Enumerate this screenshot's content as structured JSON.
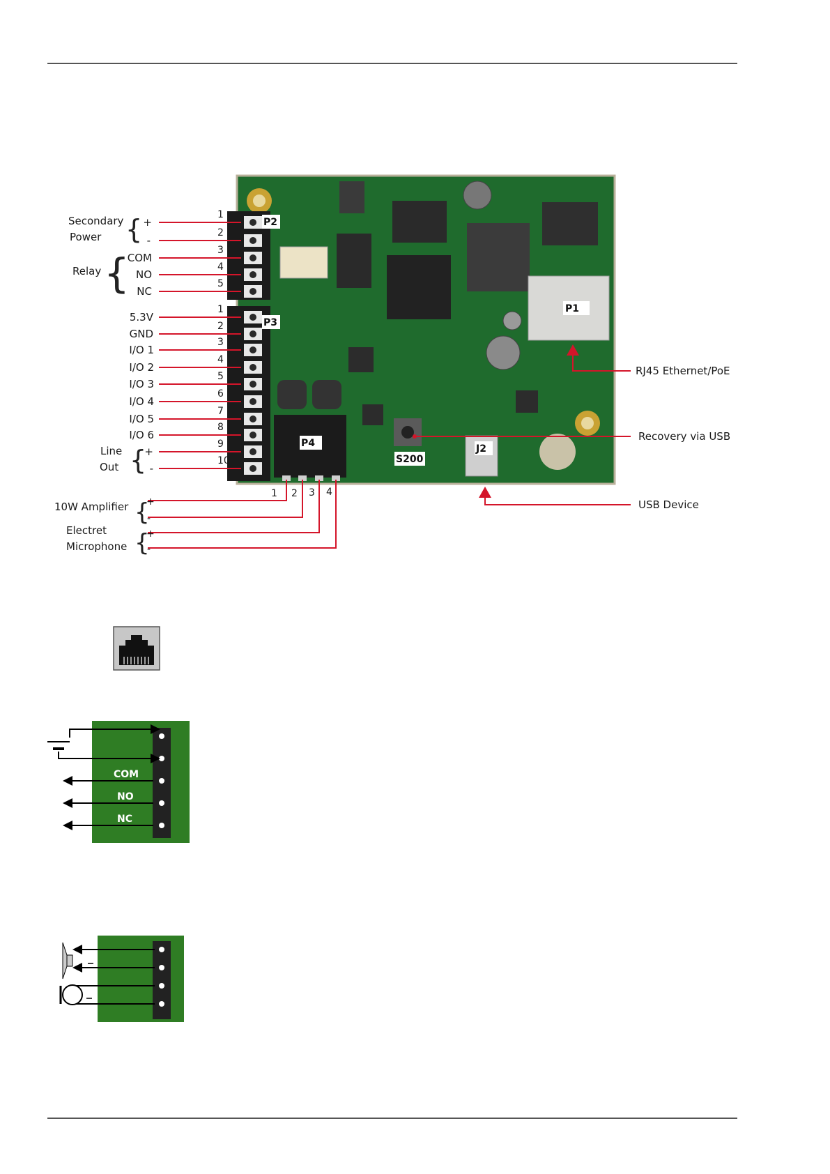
{
  "colors": {
    "wire": "#d4152a",
    "pcb": "#1f6b2d",
    "terminal": "#1b1b1b",
    "diagram_green": "#2f7d24"
  },
  "board": {
    "tags": {
      "p1": "P1",
      "p2": "P2",
      "p3": "P3",
      "p4": "P4",
      "j2": "J2",
      "s200": "S200"
    },
    "p2": {
      "pins": [
        "1",
        "2",
        "3",
        "4",
        "5"
      ],
      "groups": {
        "secondary_power_line1": "Secondary",
        "secondary_power_line2": "Power",
        "relay": "Relay"
      },
      "signals": [
        "+",
        "-",
        "COM",
        "NO",
        "NC"
      ]
    },
    "p3": {
      "pins": [
        "1",
        "2",
        "3",
        "4",
        "5",
        "6",
        "7",
        "8",
        "9",
        "10"
      ],
      "signals": [
        "5.3V",
        "GND",
        "I/O 1",
        "I/O 2",
        "I/O 3",
        "I/O 4",
        "I/O 5",
        "I/O 6",
        "+",
        "-"
      ],
      "groups": {
        "line_out_line1": "Line",
        "line_out_line2": "Out"
      }
    },
    "p4": {
      "pins": [
        "1",
        "2",
        "3",
        "4"
      ],
      "signals": [
        "+",
        "-",
        "+",
        "-"
      ],
      "groups": {
        "amplifier": "10W Amplifier",
        "mic_line1": "Electret",
        "mic_line2": "Microphone"
      }
    },
    "right_labels": {
      "rj45": "RJ45 Ethernet/PoE",
      "recovery": "Recovery via USB",
      "usb": "USB Device"
    }
  },
  "relay_diagram": {
    "labels": [
      "COM",
      "NO",
      "NC"
    ]
  },
  "audio_diagram": {}
}
